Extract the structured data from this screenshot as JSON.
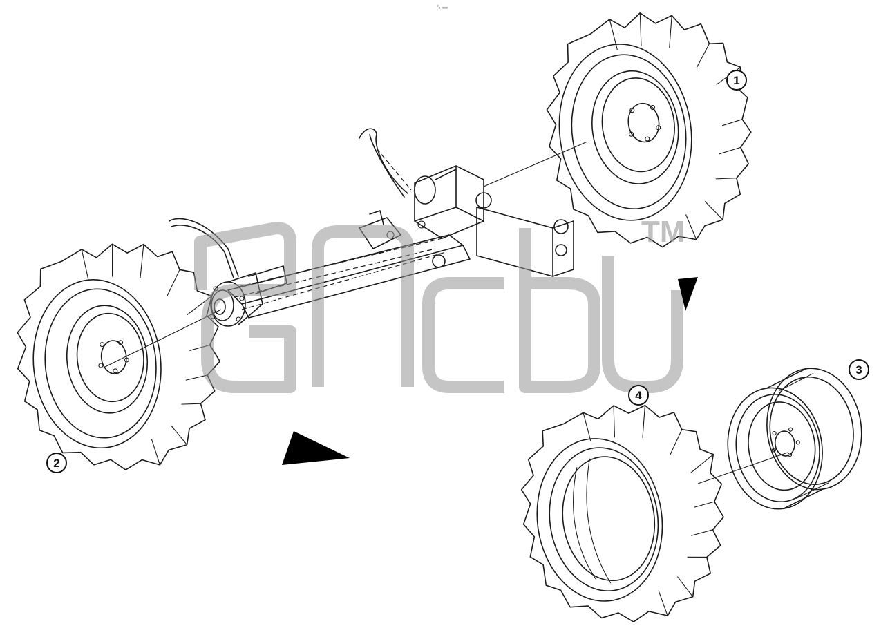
{
  "header": {
    "small_text": "⁰₀ ₀₀₀"
  },
  "callouts": [
    {
      "id": "1",
      "label": "1"
    },
    {
      "id": "2",
      "label": "2"
    },
    {
      "id": "3",
      "label": "3"
    },
    {
      "id": "4",
      "label": "4"
    }
  ],
  "watermark": {
    "trademark": "TM"
  },
  "colors": {
    "line": "#1a1a1a",
    "watermark": "#969696",
    "arrow": "#000000"
  }
}
